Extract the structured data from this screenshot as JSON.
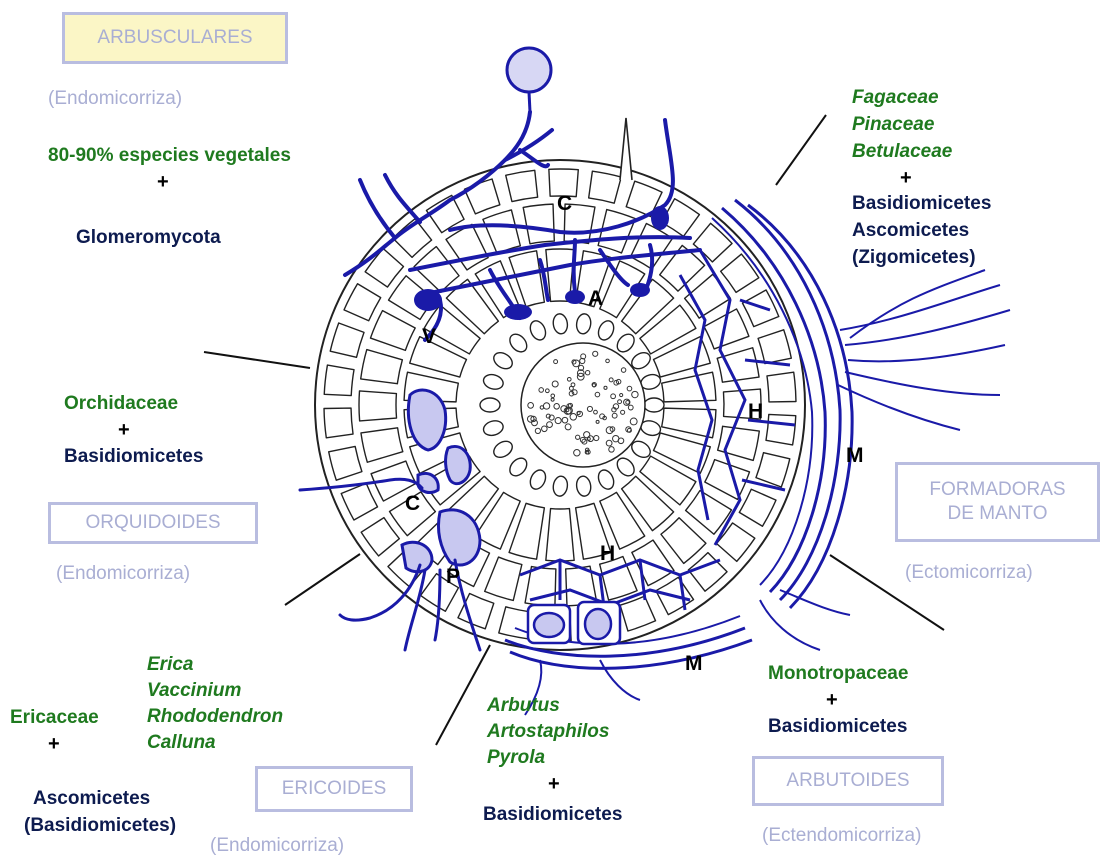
{
  "arbusculares": {
    "title": "ARBUSCULARES",
    "type": "(Endomicorriza)",
    "plants": "80-90% especies vegetales",
    "plus": "+",
    "fungi": "Glomeromycota"
  },
  "ectomicorriza": {
    "plants": [
      "Fagaceae",
      "Pinaceae",
      "Betulaceae"
    ],
    "plus": "+",
    "fungi": [
      "Basidiomicetes",
      "Ascomicetes",
      "(Zigomicetes)"
    ],
    "title_lines": [
      "FORMADORAS",
      "DE MANTO"
    ],
    "type": "(Ectomicorriza)"
  },
  "orquidoides": {
    "plants": "Orchidaceae",
    "plus": "+",
    "fungi": "Basidiomicetes",
    "title": "ORQUIDOIDES",
    "type": "(Endomicorriza)"
  },
  "ericoides": {
    "family": "Ericaceae",
    "plus": "+",
    "genera": [
      "Erica",
      "Vaccinium",
      "Rhododendron",
      "Calluna"
    ],
    "fungi": [
      "Ascomicetes",
      "(Basidiomicetes)"
    ],
    "title": "ERICOIDES",
    "type": "(Endomicorriza)"
  },
  "arbutus_group": {
    "genera": [
      "Arbutus",
      "Artostaphilos",
      "Pyrola"
    ],
    "plus": "+",
    "fungi": "Basidiomicetes"
  },
  "arbutoides": {
    "plants": "Monotropaceae",
    "plus": "+",
    "fungi": "Basidiomicetes",
    "title": "ARBUTOIDES",
    "type": "(Ectendomicorriza)"
  },
  "figure_letters": {
    "c_top": "C",
    "a": "A",
    "v": "V",
    "h_right": "H",
    "m_right": "M",
    "c_left": "C",
    "h_bottom": "H",
    "p": "P",
    "m_bottom": "M"
  },
  "colors": {
    "fungus": "#1a1aa8",
    "green_text": "#1f7a1f",
    "navy_text": "#0d1b4f",
    "pale_text": "#a9aed3"
  }
}
